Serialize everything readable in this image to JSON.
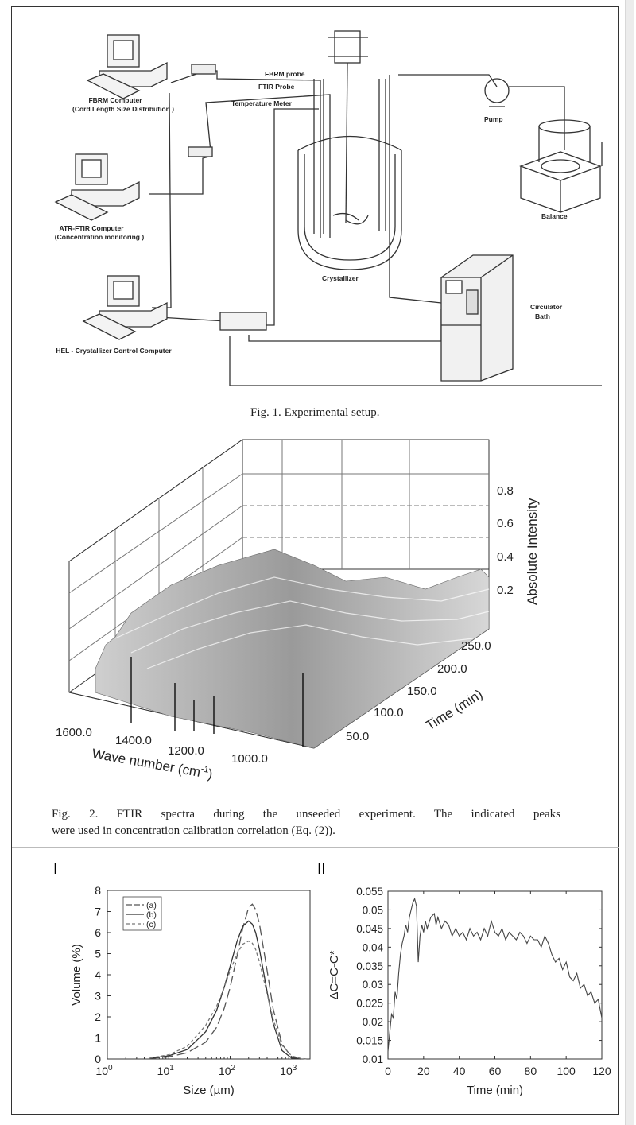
{
  "fig1": {
    "caption": "Fig. 1. Experimental setup.",
    "labels": {
      "fbrm_computer": "FBRM Computer",
      "fbrm_computer_sub": "(Cord Length Size Distribution )",
      "atr_computer": "ATR-FTIR Computer",
      "atr_computer_sub": "(Concentration monitoring )",
      "hel_computer": "HEL - Crystallizer Control Computer",
      "fbrm_probe": "FBRM probe",
      "ftir_probe": "FTIR Probe",
      "temp_meter": "Temperature Meter",
      "crystallizer": "Crystallizer",
      "pump": "Pump",
      "balance": "Balance",
      "circulator": "Circulator",
      "circulator_2": "Bath"
    }
  },
  "fig2": {
    "caption_line1": "Fig. 2. FTIR spectra during the unseeded experiment. The indicated peaks",
    "caption_line2": "were used in concentration calibration correlation (Eq. (2)).",
    "z_axis_label": "Absolute Intensity",
    "z_ticks": [
      "0.8",
      "0.6",
      "0.4",
      "0.2"
    ],
    "time_axis_label": "Time (min)",
    "time_ticks": [
      "250.0",
      "200.0",
      "150.0",
      "100.0",
      "50.0"
    ],
    "wave_axis_label": "Wave number (cm",
    "wave_axis_sup": "-1",
    "wave_axis_close": ")",
    "wave_ticks": [
      "1600.0",
      "1400.0",
      "1200.0",
      "1000.0"
    ]
  },
  "panel_I": {
    "label": "I",
    "chart_data": {
      "type": "line",
      "xscale": "log",
      "xlabel": "Size (µm)",
      "ylabel": "Volume (%)",
      "xlim": [
        1,
        2000
      ],
      "ylim": [
        0,
        8
      ],
      "x_ticks": [
        "10",
        "10",
        "10",
        "10"
      ],
      "x_tick_exps": [
        "0",
        "1",
        "2",
        "3"
      ],
      "y_ticks": [
        "0",
        "1",
        "2",
        "3",
        "4",
        "5",
        "6",
        "7",
        "8"
      ],
      "legend": [
        "(a)",
        "(b)",
        "(c)"
      ],
      "series": [
        {
          "name": "(a)",
          "style": "long-dash",
          "x": [
            5,
            10,
            20,
            40,
            60,
            80,
            100,
            130,
            160,
            200,
            230,
            260,
            300,
            400,
            500,
            700,
            1000,
            1400
          ],
          "y": [
            0.03,
            0.1,
            0.3,
            0.8,
            1.5,
            2.4,
            3.4,
            4.9,
            6.2,
            7.2,
            7.35,
            7.1,
            6.4,
            4.2,
            2.4,
            0.7,
            0.1,
            0.0
          ]
        },
        {
          "name": "(b)",
          "style": "solid",
          "x": [
            5,
            10,
            20,
            40,
            60,
            80,
            100,
            130,
            160,
            200,
            230,
            260,
            300,
            400,
            500,
            700,
            1000,
            1400
          ],
          "y": [
            0.04,
            0.15,
            0.45,
            1.3,
            2.3,
            3.4,
            4.4,
            5.6,
            6.3,
            6.55,
            6.4,
            6.0,
            5.2,
            3.2,
            1.7,
            0.4,
            0.05,
            0.0
          ]
        },
        {
          "name": "(c)",
          "style": "short-dash",
          "x": [
            5,
            10,
            20,
            40,
            60,
            80,
            100,
            130,
            160,
            200,
            230,
            260,
            300,
            400,
            500,
            700,
            1000,
            1400,
            1800
          ],
          "y": [
            0.05,
            0.2,
            0.6,
            1.6,
            2.5,
            3.4,
            4.2,
            5.0,
            5.45,
            5.6,
            5.5,
            5.2,
            4.6,
            3.1,
            1.9,
            0.65,
            0.15,
            0.03,
            0.0
          ]
        }
      ]
    }
  },
  "panel_II": {
    "label": "II",
    "chart_data": {
      "type": "line",
      "xlabel": "Time (min)",
      "ylabel": "ΔC=C-C*",
      "xlim": [
        0,
        120
      ],
      "ylim": [
        0.01,
        0.055
      ],
      "x_ticks": [
        "0",
        "20",
        "40",
        "60",
        "80",
        "100",
        "120"
      ],
      "y_ticks": [
        "0.01",
        "0.015",
        "0.02",
        "0.025",
        "0.03",
        "0.035",
        "0.04",
        "0.045",
        "0.05",
        "0.055"
      ],
      "series": [
        {
          "name": "",
          "x": [
            0,
            1,
            2,
            3,
            4,
            5,
            6,
            7,
            8,
            9,
            10,
            11,
            12,
            13,
            14,
            15,
            16,
            17,
            18,
            19,
            20,
            21,
            22,
            24,
            26,
            27,
            28,
            30,
            32,
            34,
            36,
            38,
            40,
            42,
            44,
            46,
            48,
            50,
            52,
            54,
            56,
            58,
            60,
            62,
            64,
            66,
            68,
            70,
            72,
            74,
            76,
            78,
            80,
            82,
            84,
            86,
            88,
            90,
            92,
            94,
            96,
            98,
            100,
            102,
            104,
            106,
            108,
            110,
            112,
            114,
            116,
            118,
            120
          ],
          "y": [
            0.012,
            0.017,
            0.022,
            0.021,
            0.028,
            0.026,
            0.033,
            0.038,
            0.041,
            0.043,
            0.046,
            0.044,
            0.048,
            0.05,
            0.052,
            0.053,
            0.051,
            0.036,
            0.043,
            0.046,
            0.044,
            0.047,
            0.045,
            0.048,
            0.049,
            0.046,
            0.048,
            0.045,
            0.047,
            0.046,
            0.043,
            0.045,
            0.043,
            0.044,
            0.042,
            0.045,
            0.043,
            0.044,
            0.042,
            0.045,
            0.043,
            0.047,
            0.044,
            0.043,
            0.045,
            0.042,
            0.044,
            0.043,
            0.042,
            0.044,
            0.043,
            0.041,
            0.043,
            0.042,
            0.042,
            0.04,
            0.043,
            0.041,
            0.038,
            0.036,
            0.037,
            0.034,
            0.036,
            0.032,
            0.031,
            0.033,
            0.029,
            0.03,
            0.027,
            0.028,
            0.025,
            0.026,
            0.021
          ]
        }
      ]
    }
  }
}
